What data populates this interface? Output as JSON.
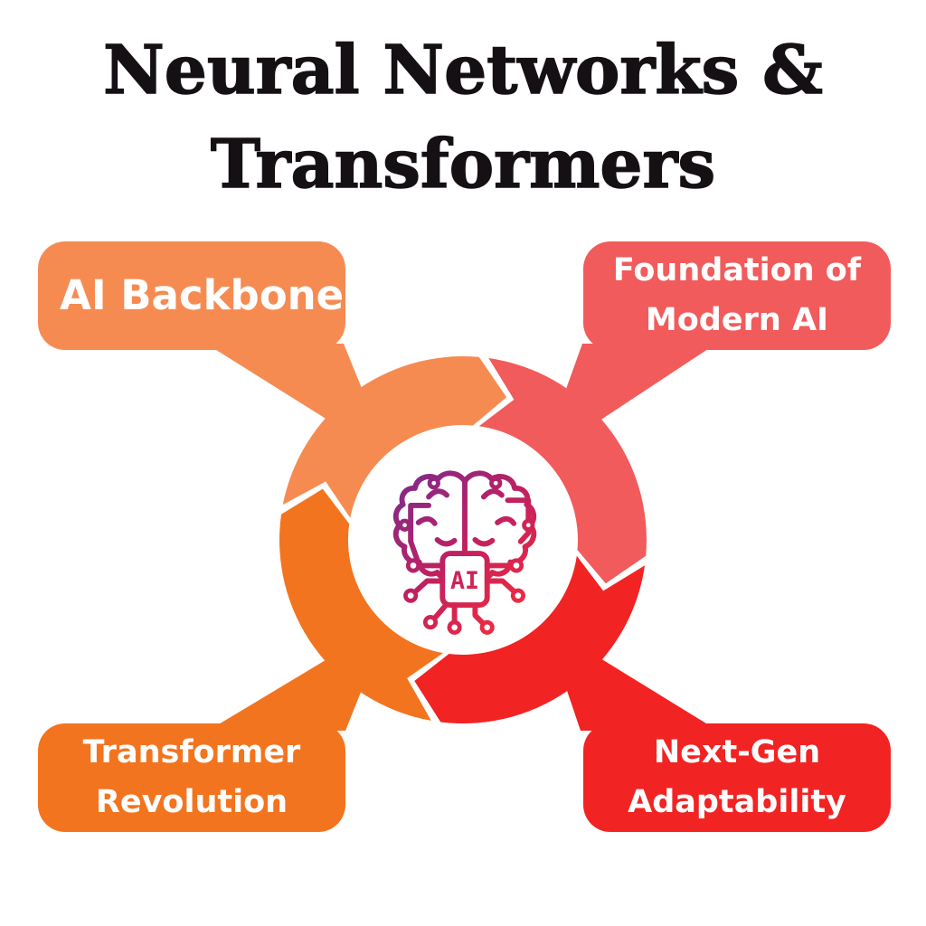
{
  "background_color": "#FFFFFF",
  "title": {
    "text": "Neural Networks & Transformers",
    "lines": [
      "Neural Networks &",
      "Transformers"
    ],
    "color": "#141014"
  },
  "callouts": [
    {
      "id": "ai-backbone",
      "position": "top-left",
      "color": "#F68B52",
      "text_color": "#FFFFFF",
      "label_lines": [
        "AI Backbone"
      ]
    },
    {
      "id": "foundation-of-modern-ai",
      "position": "top-right",
      "color": "#F15B5B",
      "text_color": "#FFFFFF",
      "label_lines": [
        "Foundation of",
        "Modern AI"
      ]
    },
    {
      "id": "transformer-revolution",
      "position": "bottom-left",
      "color": "#F3741F",
      "text_color": "#FFFFFF",
      "label_lines": [
        "Transformer",
        "Revolution"
      ]
    },
    {
      "id": "next-gen-adaptability",
      "position": "bottom-right",
      "color": "#F22323",
      "text_color": "#FFFFFF",
      "label_lines": [
        "Next-Gen",
        "Adaptability"
      ]
    }
  ],
  "ring": {
    "direction": "clockwise",
    "segments": [
      {
        "name": "segment-top-left",
        "color": "#F68B52"
      },
      {
        "name": "segment-top-right",
        "color": "#F15B5B"
      },
      {
        "name": "segment-bottom-right",
        "color": "#F22323"
      },
      {
        "name": "segment-bottom-left",
        "color": "#F3741F"
      }
    ]
  },
  "center_icon": {
    "name": "ai-brain-circuit-icon",
    "chip_label": "AI",
    "gradient": [
      "#7E2A8C",
      "#C12060",
      "#F62C3A"
    ]
  }
}
